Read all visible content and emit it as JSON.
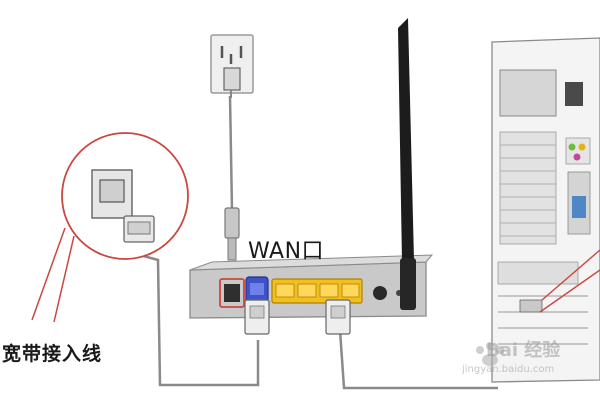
{
  "labels": {
    "wan_port": "WAN口",
    "broadband_cable": "宽带接入线"
  },
  "watermark": {
    "brand": "Bai  经验",
    "url": "jingyan.baidu.com"
  },
  "icons": [
    "wall-socket-icon",
    "paw-logo-icon"
  ],
  "colors": {
    "wan_port": "#3f53c8",
    "lan_ports": "#f2c01e",
    "annotation_lines": "#c9473f",
    "cable": "#8a8a8a",
    "router_body": "#c9c9c9",
    "antenna": "#1c1c1c"
  }
}
